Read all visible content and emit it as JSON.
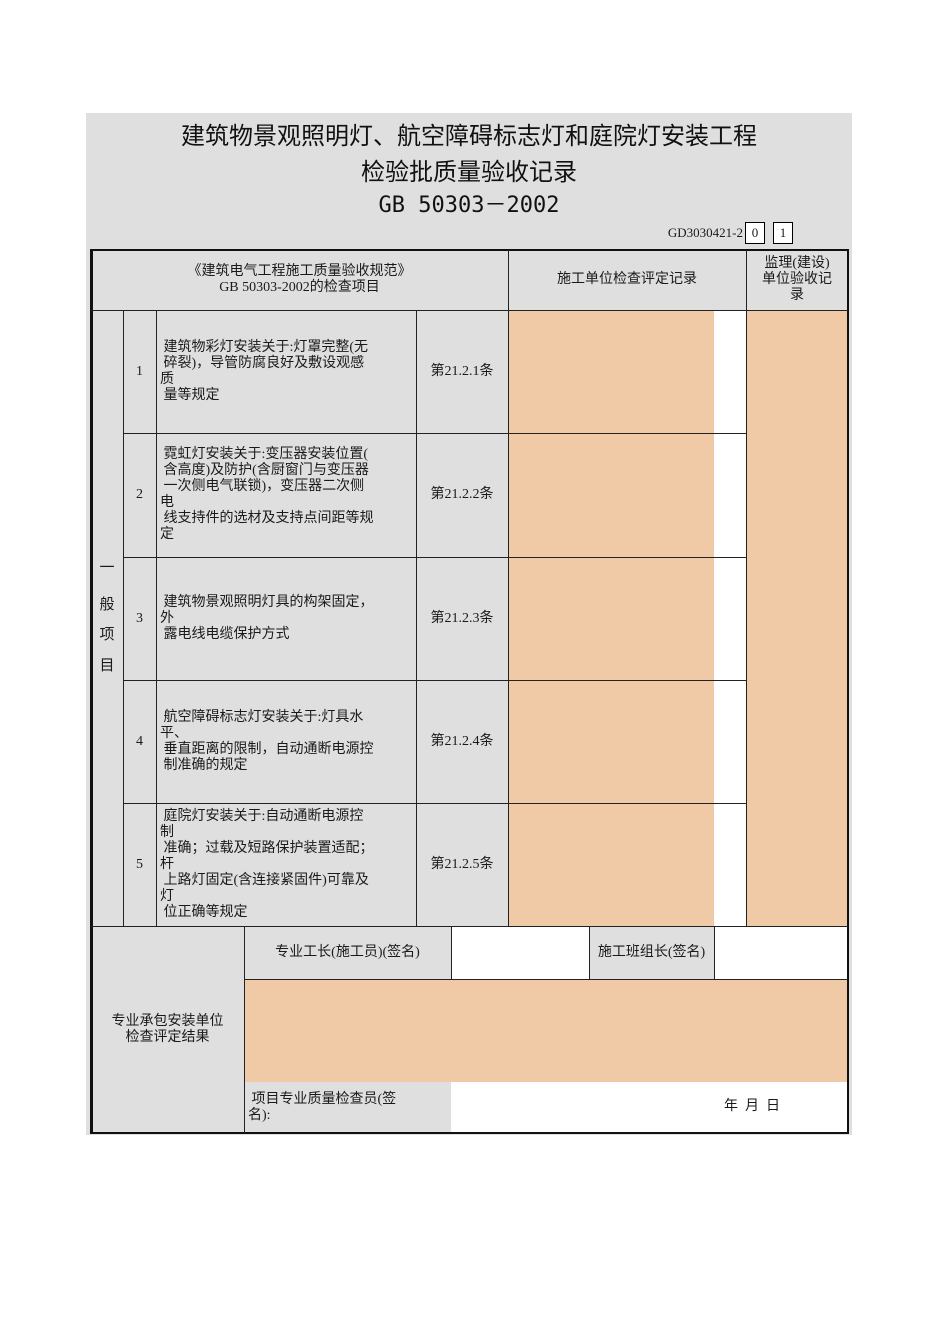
{
  "document": {
    "title_line1": "建筑物景观照明灯、航空障碍标志灯和庭院灯安装工程",
    "title_line2": "检验批质量验收记录",
    "title_line3": "GB 50303－2002",
    "code_prefix": "GD3030421-2",
    "code_box1": "0",
    "code_box2": "1"
  },
  "header": {
    "spec_line1": "《建筑电气工程施工质量验收规范》",
    "spec_line2": "GB  50303-2002的检查项目",
    "contractor_record": "施工单位检查评定记录",
    "supervisor_record": "监理(建设)\n单位验收记\n录"
  },
  "body": {
    "category_chars": [
      "一",
      "般",
      "项",
      "目"
    ],
    "items": [
      {
        "no": "1",
        "description": " 建筑物彩灯安装关于:灯罩完整(无\n 碎裂)，导管防腐良好及敷设观感\n质\n 量等规定",
        "clause": "第21.2.1条"
      },
      {
        "no": "2",
        "description": " 霓虹灯安装关于:变压器安装位置(\n 含高度)及防护(含厨窗门与变压器\n 一次侧电气联锁)，变压器二次侧\n电\n 线支持件的选材及支持点间距等规\n定",
        "clause": "第21.2.2条"
      },
      {
        "no": "3",
        "description": " 建筑物景观照明灯具的构架固定，\n外\n 露电线电缆保护方式",
        "clause": "第21.2.3条"
      },
      {
        "no": "4",
        "description": " 航空障碍标志灯安装关于:灯具水\n平、\n 垂直距离的限制，自动通断电源控\n 制准确的规定",
        "clause": "第21.2.4条"
      },
      {
        "no": "5",
        "description": " 庭院灯安装关于:自动通断电源控\n制\n 准确；过载及短路保护装置适配；\n杆\n 上路灯固定(含连接紧固件)可靠及\n灯\n 位正确等规定",
        "clause": "第21.2.5条"
      }
    ]
  },
  "footer": {
    "unit_result_label": "专业承包安装单位\n检查评定结果",
    "foreman_label": "专业工长(施工员)(签名)",
    "foreman_value": "",
    "team_leader_label": "施工班组长(签名)",
    "team_leader_value": "",
    "result_value": "",
    "inspector_label": " 项目专业质量检查员(签\n名):",
    "date_label": "年  月  日"
  },
  "colors": {
    "sheet_gray": "#dfdfdf",
    "input_peach": "#f0c9a7",
    "border": "#222222"
  }
}
